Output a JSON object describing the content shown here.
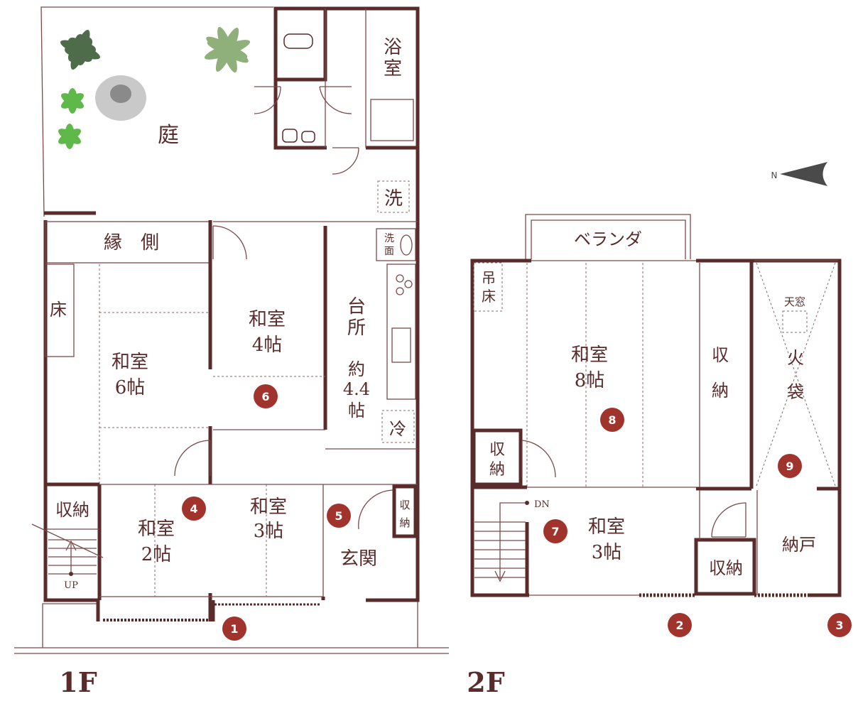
{
  "floors": {
    "first": {
      "label": "1F",
      "rooms": {
        "garden": "庭",
        "bath": [
          "浴",
          "室"
        ],
        "engawa": "縁　側",
        "tokonoma": "床",
        "washroom": [
          "洗",
          "面"
        ],
        "laundry": "洗",
        "fridge": "冷",
        "washitsu4": [
          "和室",
          "4帖"
        ],
        "kitchen": [
          "台",
          "所",
          "約",
          "4.4",
          "帖"
        ],
        "washitsu6": [
          "和室",
          "6帖"
        ],
        "storage_left": "収納",
        "washitsu2": [
          "和室",
          "2帖"
        ],
        "washitsu3": [
          "和室",
          "3帖"
        ],
        "storage_entry": [
          "収",
          "納"
        ],
        "entrance": "玄関",
        "stairs_up": "UP"
      }
    },
    "second": {
      "label": "2F",
      "rooms": {
        "veranda": "ベランダ",
        "tsuridoko": [
          "吊",
          "床"
        ],
        "washitsu8": [
          "和室",
          "8帖"
        ],
        "storage_mid": [
          "収",
          "納"
        ],
        "skylight": "天窓",
        "hibukuro": [
          "火",
          "袋"
        ],
        "storage_small": [
          "収",
          "納"
        ],
        "stairs_dn": "DN",
        "washitsu3": [
          "和室",
          "3帖"
        ],
        "storage_bottom": "収納",
        "nando": "納戸"
      }
    }
  },
  "markers": [
    "1",
    "2",
    "3",
    "4",
    "5",
    "6",
    "7",
    "8",
    "9"
  ],
  "compass": {
    "label": "N",
    "icon": "north-arrow-icon"
  },
  "colors": {
    "wall": "#5a2b2b",
    "marker": "#a0342d",
    "plant_dark": "#4e6b4a",
    "plant_light": "#5fb84a",
    "stone": "#c9c9c9"
  }
}
